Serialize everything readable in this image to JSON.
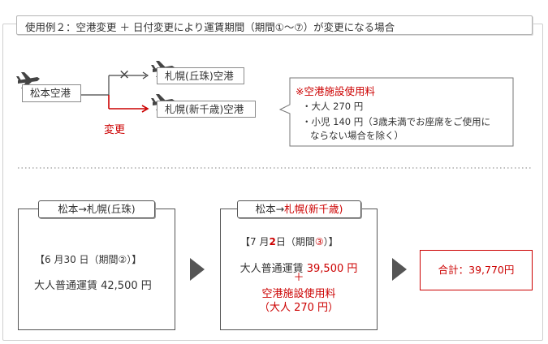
{
  "header": {
    "title": "使用例２：空港変更 ＋ 日付変更により運賃期間（期間①〜⑦）が変更になる場合"
  },
  "route_diagram": {
    "origin": "松本空港",
    "old_destination": "札幌(丘珠)空港",
    "new_destination": "札幌(新千歳)空港",
    "change_label": "変更",
    "old_mark": "×"
  },
  "facility_note": {
    "title": "※空港施設使用料",
    "adult": "・大人 270 円",
    "child_line1": "・小児 140 円（3歳未満でお座席をご使用に",
    "child_line2": "ならない場合を除く）"
  },
  "before": {
    "tab_label": "松本→札幌(丘珠)",
    "date": "【6 月30 日（期間②）】",
    "fare": "大人普通運賃 42,500 円"
  },
  "after": {
    "tab_prefix": "松本→",
    "tab_dest": "札幌(新千歳)",
    "date_open": "【7 月",
    "date_day": "2",
    "date_mid": "日（期間",
    "date_period": "③",
    "date_close": "）】",
    "fare_label": "大人普通運賃 ",
    "fare_value": "39,500 円",
    "plus": "＋",
    "fee_label": "空港施設使用料",
    "fee_detail": "（大人 270 円）"
  },
  "total": {
    "label": "合計：39,770円"
  },
  "colors": {
    "accent_red": "#cc0000",
    "border": "#555555",
    "frame": "#cfcfcf"
  }
}
